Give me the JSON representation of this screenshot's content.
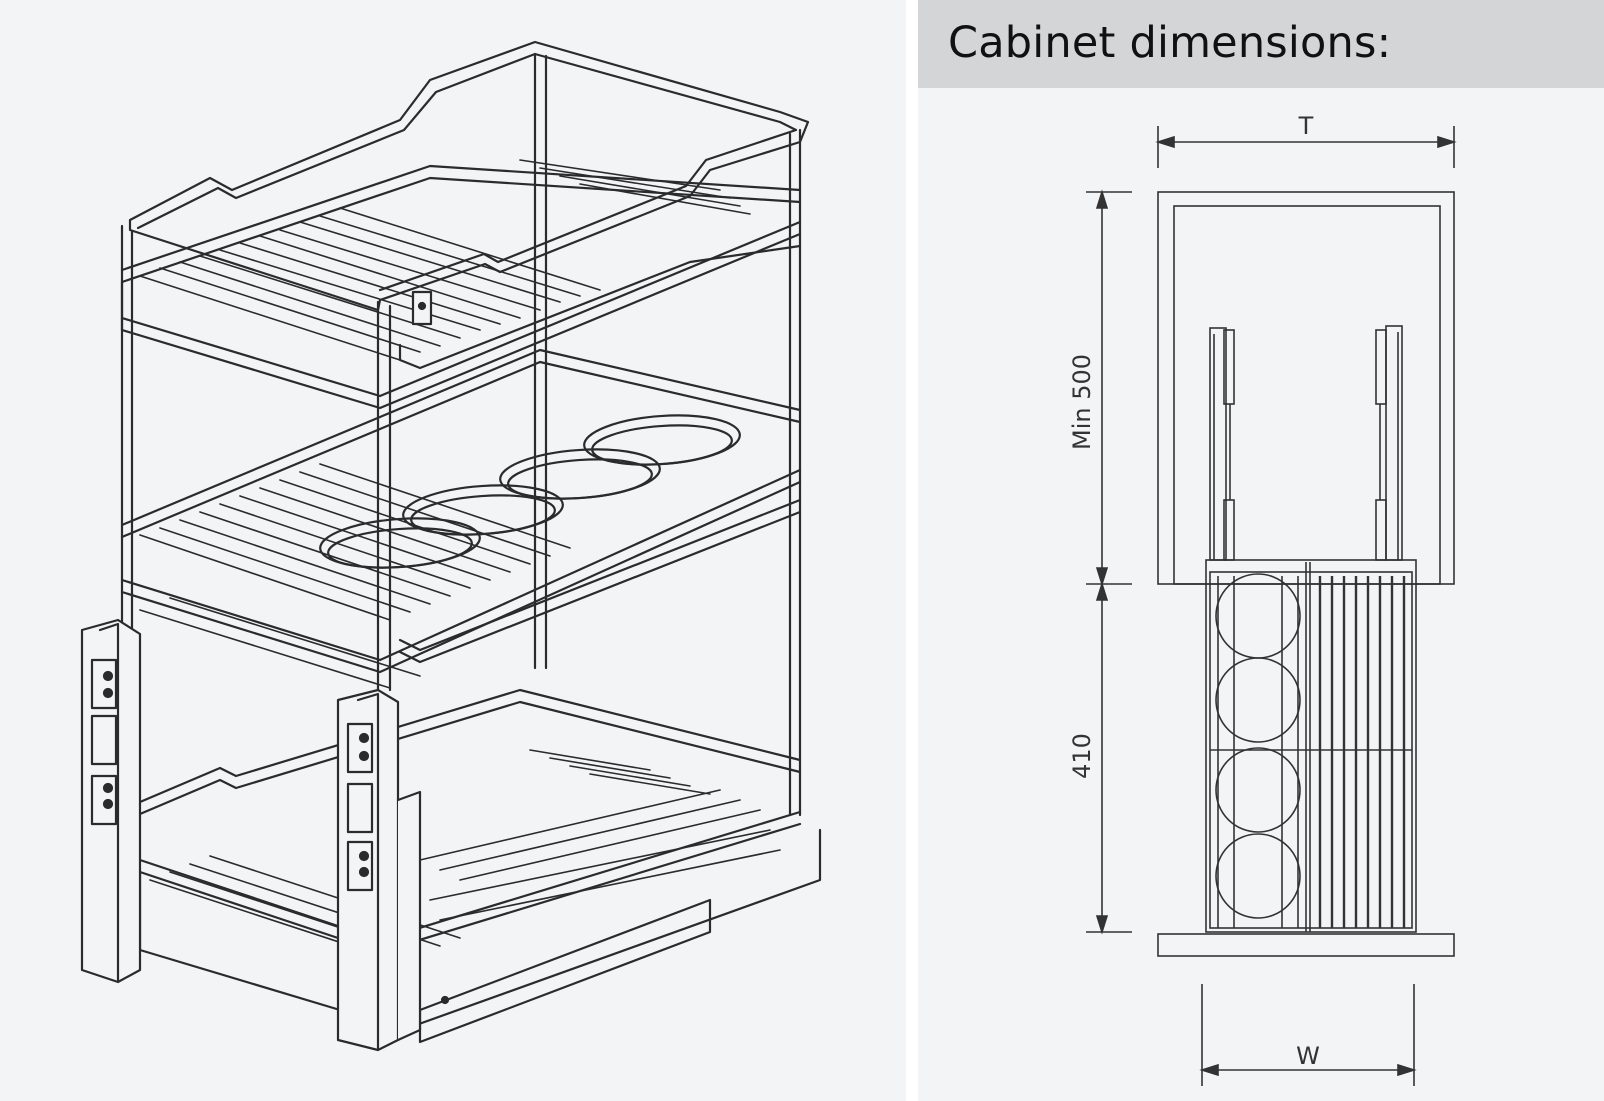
{
  "header": {
    "title": "Cabinet dimensions:"
  },
  "dimensions": {
    "top_width": "T",
    "height_upper": "Min 500",
    "height_lower": "410",
    "bottom_width": "W"
  },
  "colors": {
    "background": "#f3f4f6",
    "header_band": "#d4d5d7",
    "line": "#333333"
  }
}
